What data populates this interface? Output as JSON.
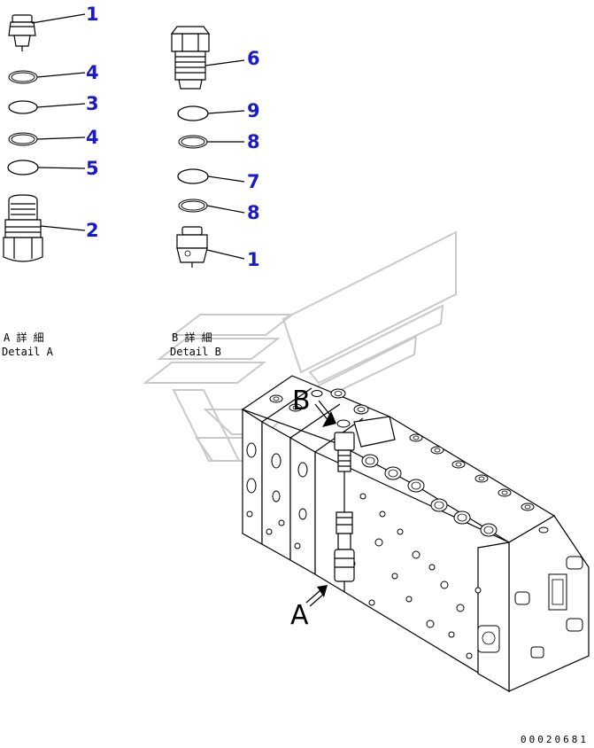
{
  "callouts": [
    {
      "id": "c1a",
      "label": "1"
    },
    {
      "id": "c4a",
      "label": "4"
    },
    {
      "id": "c3",
      "label": "3"
    },
    {
      "id": "c4b",
      "label": "4"
    },
    {
      "id": "c5",
      "label": "5"
    },
    {
      "id": "c2",
      "label": "2"
    },
    {
      "id": "c6",
      "label": "6"
    },
    {
      "id": "c9",
      "label": "9"
    },
    {
      "id": "c8a",
      "label": "8"
    },
    {
      "id": "c7",
      "label": "7"
    },
    {
      "id": "c8b",
      "label": "8"
    },
    {
      "id": "c1b",
      "label": "1"
    }
  ],
  "captions": {
    "detail_a_jp": "A 詳 細",
    "detail_a_en": "Detail A",
    "detail_b_jp": "B 詳 細",
    "detail_b_en": "Detail B"
  },
  "view_labels": {
    "a": "A",
    "b": "B"
  },
  "document_id": "00020681",
  "colors": {
    "callout": "#1a1acc",
    "line": "#000000",
    "watermark": "#c9c9c9"
  }
}
